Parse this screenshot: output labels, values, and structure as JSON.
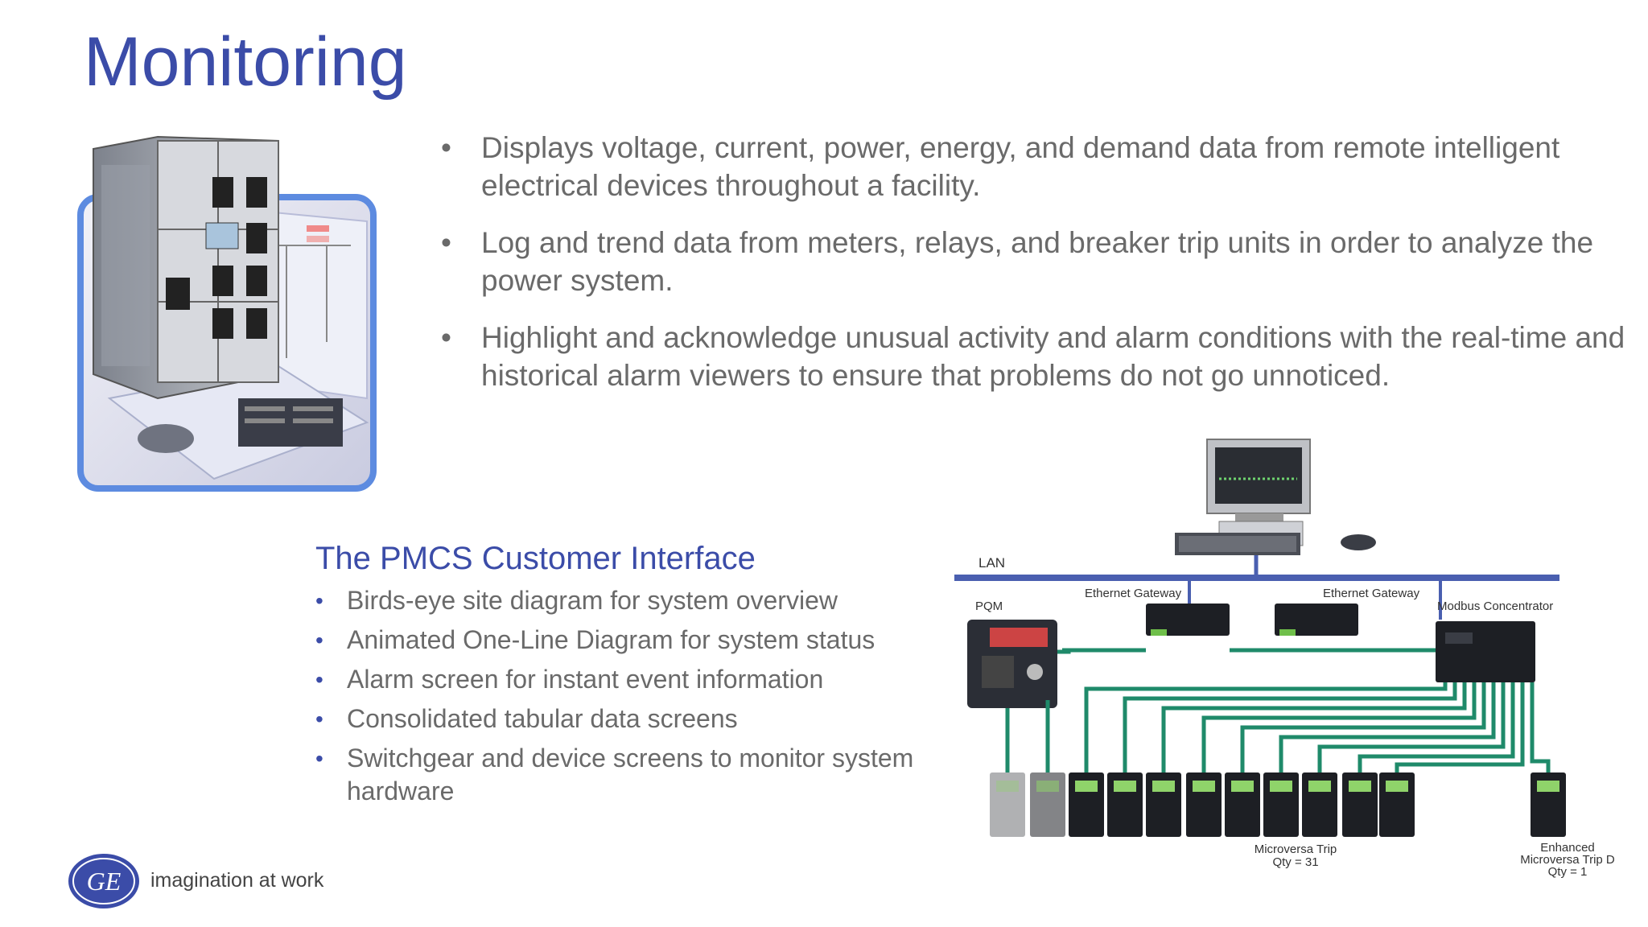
{
  "slide": {
    "title": "Monitoring",
    "main_bullets": [
      "Displays voltage, current, power, energy, and demand data from remote intelligent electrical devices throughout a facility.",
      "Log and trend data from meters, relays, and breaker trip units in order to analyze the power system.",
      "Highlight and acknowledge unusual activity and alarm conditions with the real-time and historical alarm viewers to ensure that problems do not go unnoticed."
    ],
    "pmcs": {
      "heading": "The PMCS Customer Interface",
      "items": [
        "Birds-eye site diagram for system overview",
        "Animated One-Line Diagram for system status",
        "Alarm screen for instant event information",
        "Consolidated tabular data screens",
        "Switchgear and device screens to monitor system hardware"
      ]
    }
  },
  "network_diagram": {
    "lan_label": "LAN",
    "pqm_label": "PQM",
    "gateway_label_1": "Ethernet Gateway",
    "gateway_label_2": "Ethernet Gateway",
    "concentrator_label": "Modbus Concentrator",
    "trip_label_line1": "Microversa Trip",
    "trip_label_line2": "Qty = 31",
    "enhanced_label_line1": "Enhanced",
    "enhanced_label_line2": "Microversa Trip D",
    "enhanced_label_line3": "Qty = 1"
  },
  "footer": {
    "logo_text": "GE",
    "tagline": "imagination at work"
  },
  "colors": {
    "title_blue": "#3b4ca8",
    "body_gray": "#6a6a6a",
    "lan_blue": "#4a5fb0",
    "wire_green": "#1f8a6a"
  }
}
